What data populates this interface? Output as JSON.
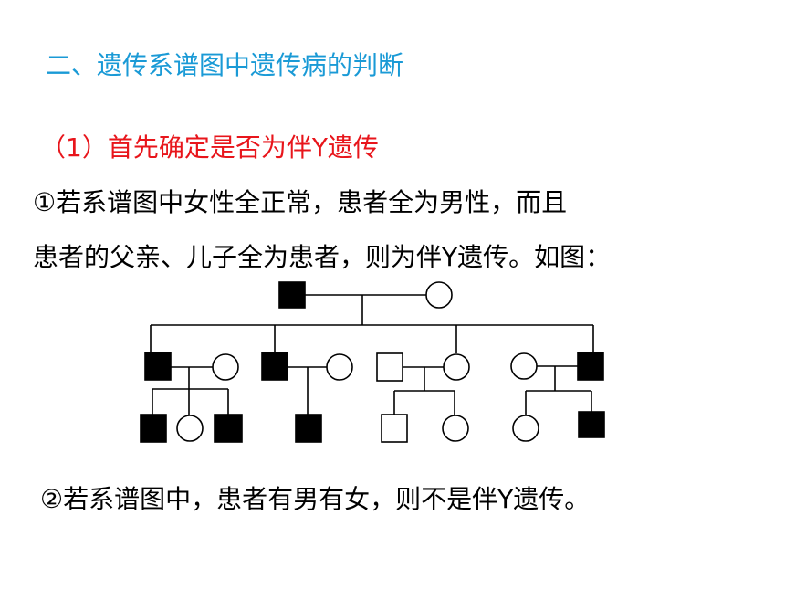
{
  "slide": {
    "title": "二、遗传系谱图中遗传病的判断",
    "subtitle": "（1）首先确定是否为伴Y遗传",
    "point1_line1": "①若系谱图中女性全正常，患者全为男性，而且",
    "point1_line2": "患者的父亲、儿子全为患者，则为伴Y遗传。如图：",
    "point2": "②若系谱图中，患者有男有女，则不是伴Y遗传。"
  },
  "pedigree": {
    "colors": {
      "affected": "#000000",
      "unaffected": "#ffffff",
      "line": "#000000"
    },
    "legend_symbols": {
      "affected_male": "filled-square",
      "unaffected_male": "open-square",
      "unaffected_female": "open-circle"
    },
    "generations": [
      {
        "generation": "I",
        "members": [
          "affected-male",
          "unaffected-female"
        ]
      },
      {
        "generation": "II",
        "members": [
          "affected-male",
          "unaffected-female",
          "affected-male",
          "unaffected-female",
          "unaffected-male",
          "unaffected-female",
          "unaffected-female",
          "affected-male"
        ]
      },
      {
        "generation": "III",
        "members": [
          "affected-male",
          "unaffected-female",
          "affected-male",
          "affected-male",
          "unaffected-male",
          "unaffected-female",
          "unaffected-female",
          "affected-male"
        ]
      }
    ]
  }
}
